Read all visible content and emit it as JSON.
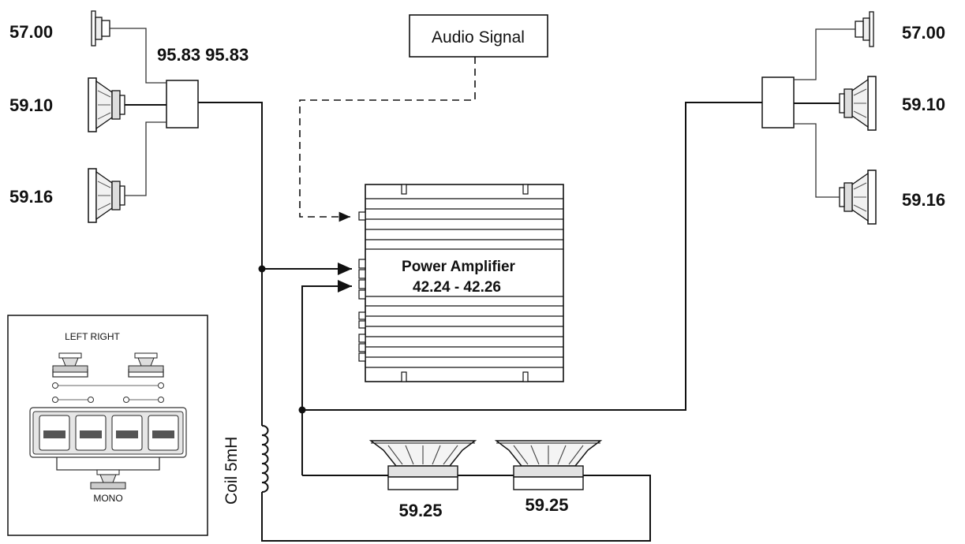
{
  "audio_signal": "Audio Signal",
  "amplifier": {
    "title": "Power Amplifier",
    "range": "42.24 - 42.26"
  },
  "crossover_left_label": "95.83 95.83",
  "left_speakers": {
    "tweeter": "57.00",
    "midrange": "59.10",
    "woofer": "59.16"
  },
  "right_speakers": {
    "tweeter": "57.00",
    "midrange": "59.10",
    "woofer": "59.16"
  },
  "subwoofers": [
    "59.25",
    "59.25"
  ],
  "coil": "Coil 5mH",
  "inset": {
    "left_right": "LEFT RIGHT",
    "mono": "MONO"
  },
  "colors": {
    "line": "#111111",
    "fill": "#ffffff",
    "shade": "#e6e6e6"
  }
}
